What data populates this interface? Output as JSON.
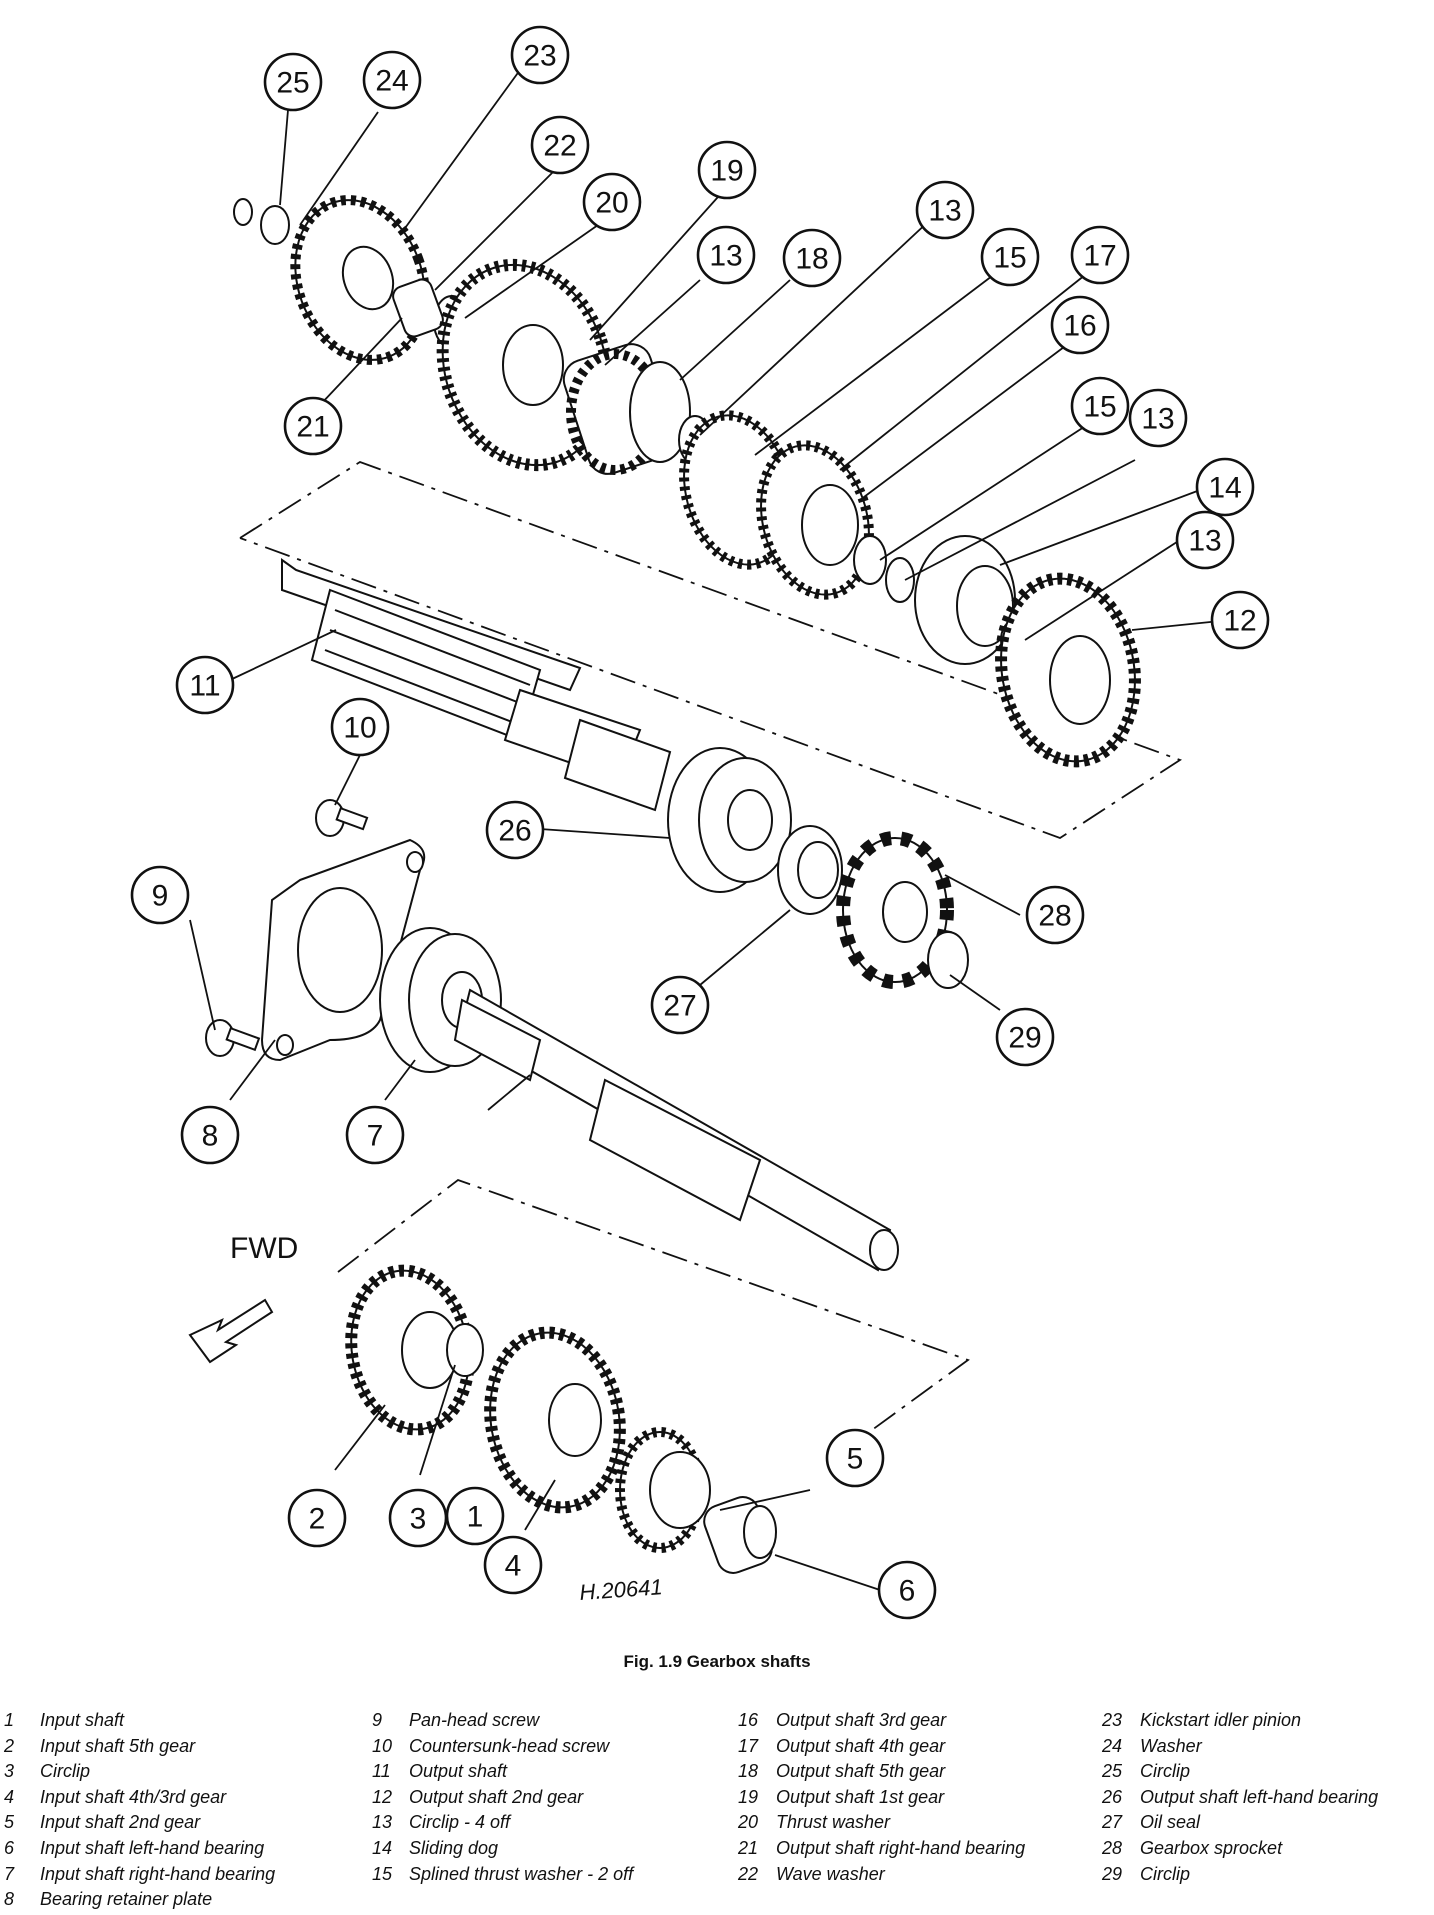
{
  "figure": {
    "caption": "Fig. 1.9 Gearbox shafts",
    "drawing_ref": "H.20641",
    "direction_label": "FWD"
  },
  "callouts": [
    "1",
    "2",
    "3",
    "4",
    "5",
    "6",
    "7",
    "8",
    "9",
    "10",
    "11",
    "12",
    "13",
    "13",
    "13",
    "13",
    "14",
    "15",
    "15",
    "16",
    "17",
    "18",
    "19",
    "20",
    "21",
    "22",
    "23",
    "24",
    "25",
    "26",
    "27",
    "28",
    "29"
  ],
  "legend": [
    [
      {
        "num": "1",
        "text": "Input shaft"
      },
      {
        "num": "2",
        "text": "Input shaft 5th gear"
      },
      {
        "num": "3",
        "text": "Circlip"
      },
      {
        "num": "4",
        "text": "Input shaft 4th/3rd gear"
      },
      {
        "num": "5",
        "text": "Input shaft 2nd gear"
      },
      {
        "num": "6",
        "text": "Input shaft left-hand bearing"
      },
      {
        "num": "7",
        "text": "Input shaft right-hand bearing"
      },
      {
        "num": "8",
        "text": "Bearing retainer plate"
      }
    ],
    [
      {
        "num": "9",
        "text": "Pan-head screw"
      },
      {
        "num": "10",
        "text": "Countersunk-head screw"
      },
      {
        "num": "11",
        "text": "Output shaft"
      },
      {
        "num": "12",
        "text": "Output shaft 2nd gear"
      },
      {
        "num": "13",
        "text": "Circlip - 4 off"
      },
      {
        "num": "14",
        "text": "Sliding dog"
      },
      {
        "num": "15",
        "text": "Splined thrust washer - 2 off"
      }
    ],
    [
      {
        "num": "16",
        "text": "Output shaft 3rd gear"
      },
      {
        "num": "17",
        "text": "Output shaft 4th gear"
      },
      {
        "num": "18",
        "text": "Output shaft 5th gear"
      },
      {
        "num": "19",
        "text": "Output shaft 1st gear"
      },
      {
        "num": "20",
        "text": "Thrust washer"
      },
      {
        "num": "21",
        "text": "Output shaft right-hand bearing"
      },
      {
        "num": "22",
        "text": "Wave washer"
      }
    ],
    [
      {
        "num": "23",
        "text": "Kickstart idler pinion"
      },
      {
        "num": "24",
        "text": "Washer"
      },
      {
        "num": "25",
        "text": "Circlip"
      },
      {
        "num": "26",
        "text": "Output shaft left-hand bearing"
      },
      {
        "num": "27",
        "text": "Oil seal"
      },
      {
        "num": "28",
        "text": "Gearbox sprocket"
      },
      {
        "num": "29",
        "text": "Circlip"
      }
    ]
  ]
}
